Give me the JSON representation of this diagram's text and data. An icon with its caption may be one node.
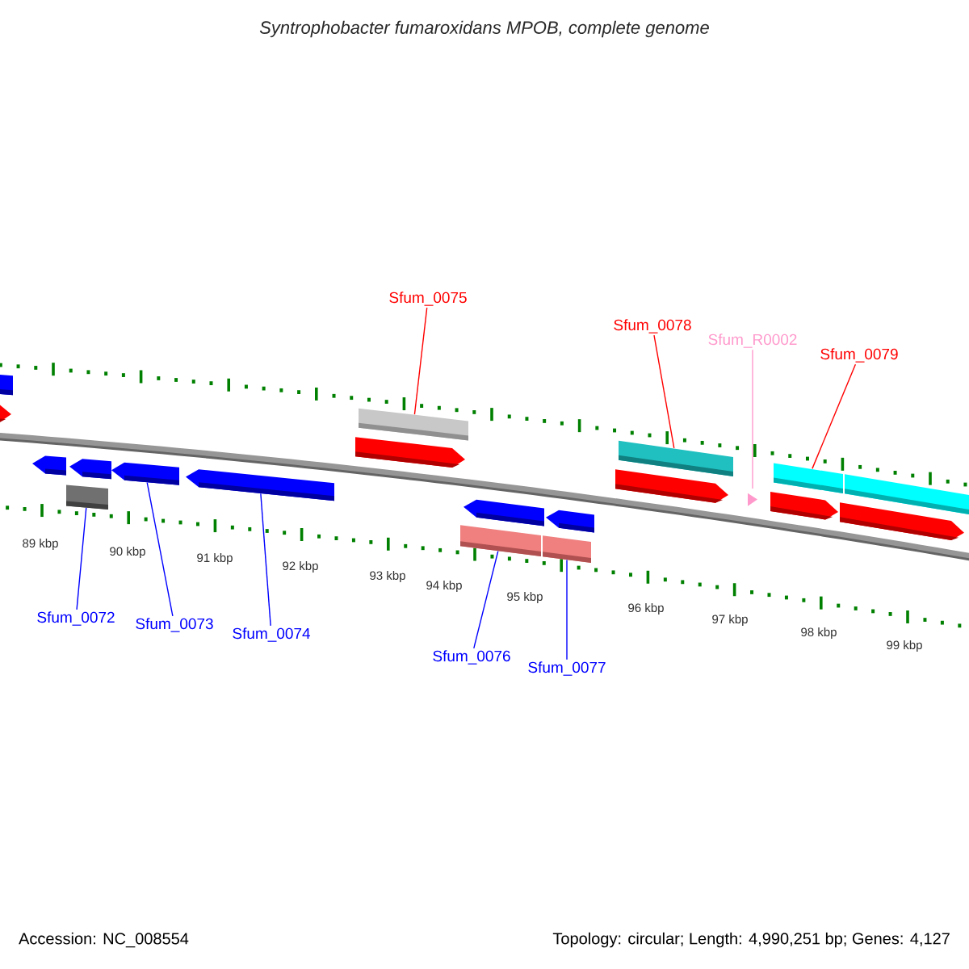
{
  "diagram": {
    "title": "Syntrophobacter fumaroxidans MPOB, complete genome",
    "nodes": [
      {
        "text": [
          "Sfum_0072"
        ]
      },
      {
        "text": [
          "Sfum_0073"
        ]
      },
      {
        "text": [
          "Sfum_0074"
        ]
      },
      {
        "text": [
          "Sfum_0075"
        ]
      },
      {
        "text": [
          "Sfum_0076"
        ]
      },
      {
        "text": [
          "Sfum_0077"
        ]
      },
      {
        "text": [
          "Sfum_0078"
        ]
      },
      {
        "text": [
          "Sfum_R0002"
        ]
      },
      {
        "text": [
          "Sfum_0079"
        ]
      },
      {
        "text": [],
        "shape": "bar"
      },
      {
        "text": [],
        "shape": "bar"
      },
      {
        "text": [],
        "shape": "bar"
      },
      {
        "text": [],
        "shape": "bar"
      },
      {
        "text": [],
        "shape": "bar"
      },
      {
        "text": [],
        "shape": "bar"
      },
      {
        "text": [],
        "shape": "bar"
      },
      {
        "text": [],
        "shape": "bar"
      },
      {
        "text": [],
        "shape": "bar"
      },
      {
        "text": [],
        "shape": "bar"
      },
      {
        "text": [],
        "shape": "bar"
      },
      {
        "text": [],
        "shape": "bar"
      },
      {
        "text": [],
        "shape": "bar"
      },
      {
        "text": [],
        "shape": "bar"
      },
      {
        "text": [],
        "shape": "bar"
      },
      {
        "text": [],
        "shape": "bar"
      },
      {
        "text": [],
        "shape": "bar"
      },
      {
        "text": [],
        "shape": "bar"
      },
      {
        "text": [],
        "shape": "bar"
      },
      {
        "text": [],
        "shape": "bar"
      }
    ],
    "edges": [
      {
        "from": 0,
        "to": 13,
        "arrow": "none"
      },
      {
        "from": 1,
        "to": 14,
        "arrow": "none"
      },
      {
        "from": 2,
        "to": 15,
        "arrow": "none"
      },
      {
        "from": 3,
        "to": 16,
        "arrow": "none",
        "color": "#ff0000"
      },
      {
        "from": 4,
        "to": 20,
        "arrow": "none"
      },
      {
        "from": 5,
        "to": 21,
        "arrow": "none"
      },
      {
        "from": 6,
        "to": 22,
        "arrow": "none",
        "color": "#ff0000"
      },
      {
        "from": 7,
        "to": 24,
        "arrow": "none",
        "color": "#ff99cc"
      },
      {
        "from": 8,
        "to": 25,
        "arrow": "none",
        "color": "#ff0000"
      }
    ],
    "labels": [
      "89 kbp",
      "90 kbp",
      "91 kbp",
      "92 kbp",
      "93 kbp",
      "94 kbp",
      "95 kbp",
      "96 kbp",
      "97 kbp",
      "98 kbp",
      "99 kbp",
      "Accession: NC_008554",
      "Topology: circular; Length: 4,990,251 bp; Genes: 4,127"
    ]
  }
}
